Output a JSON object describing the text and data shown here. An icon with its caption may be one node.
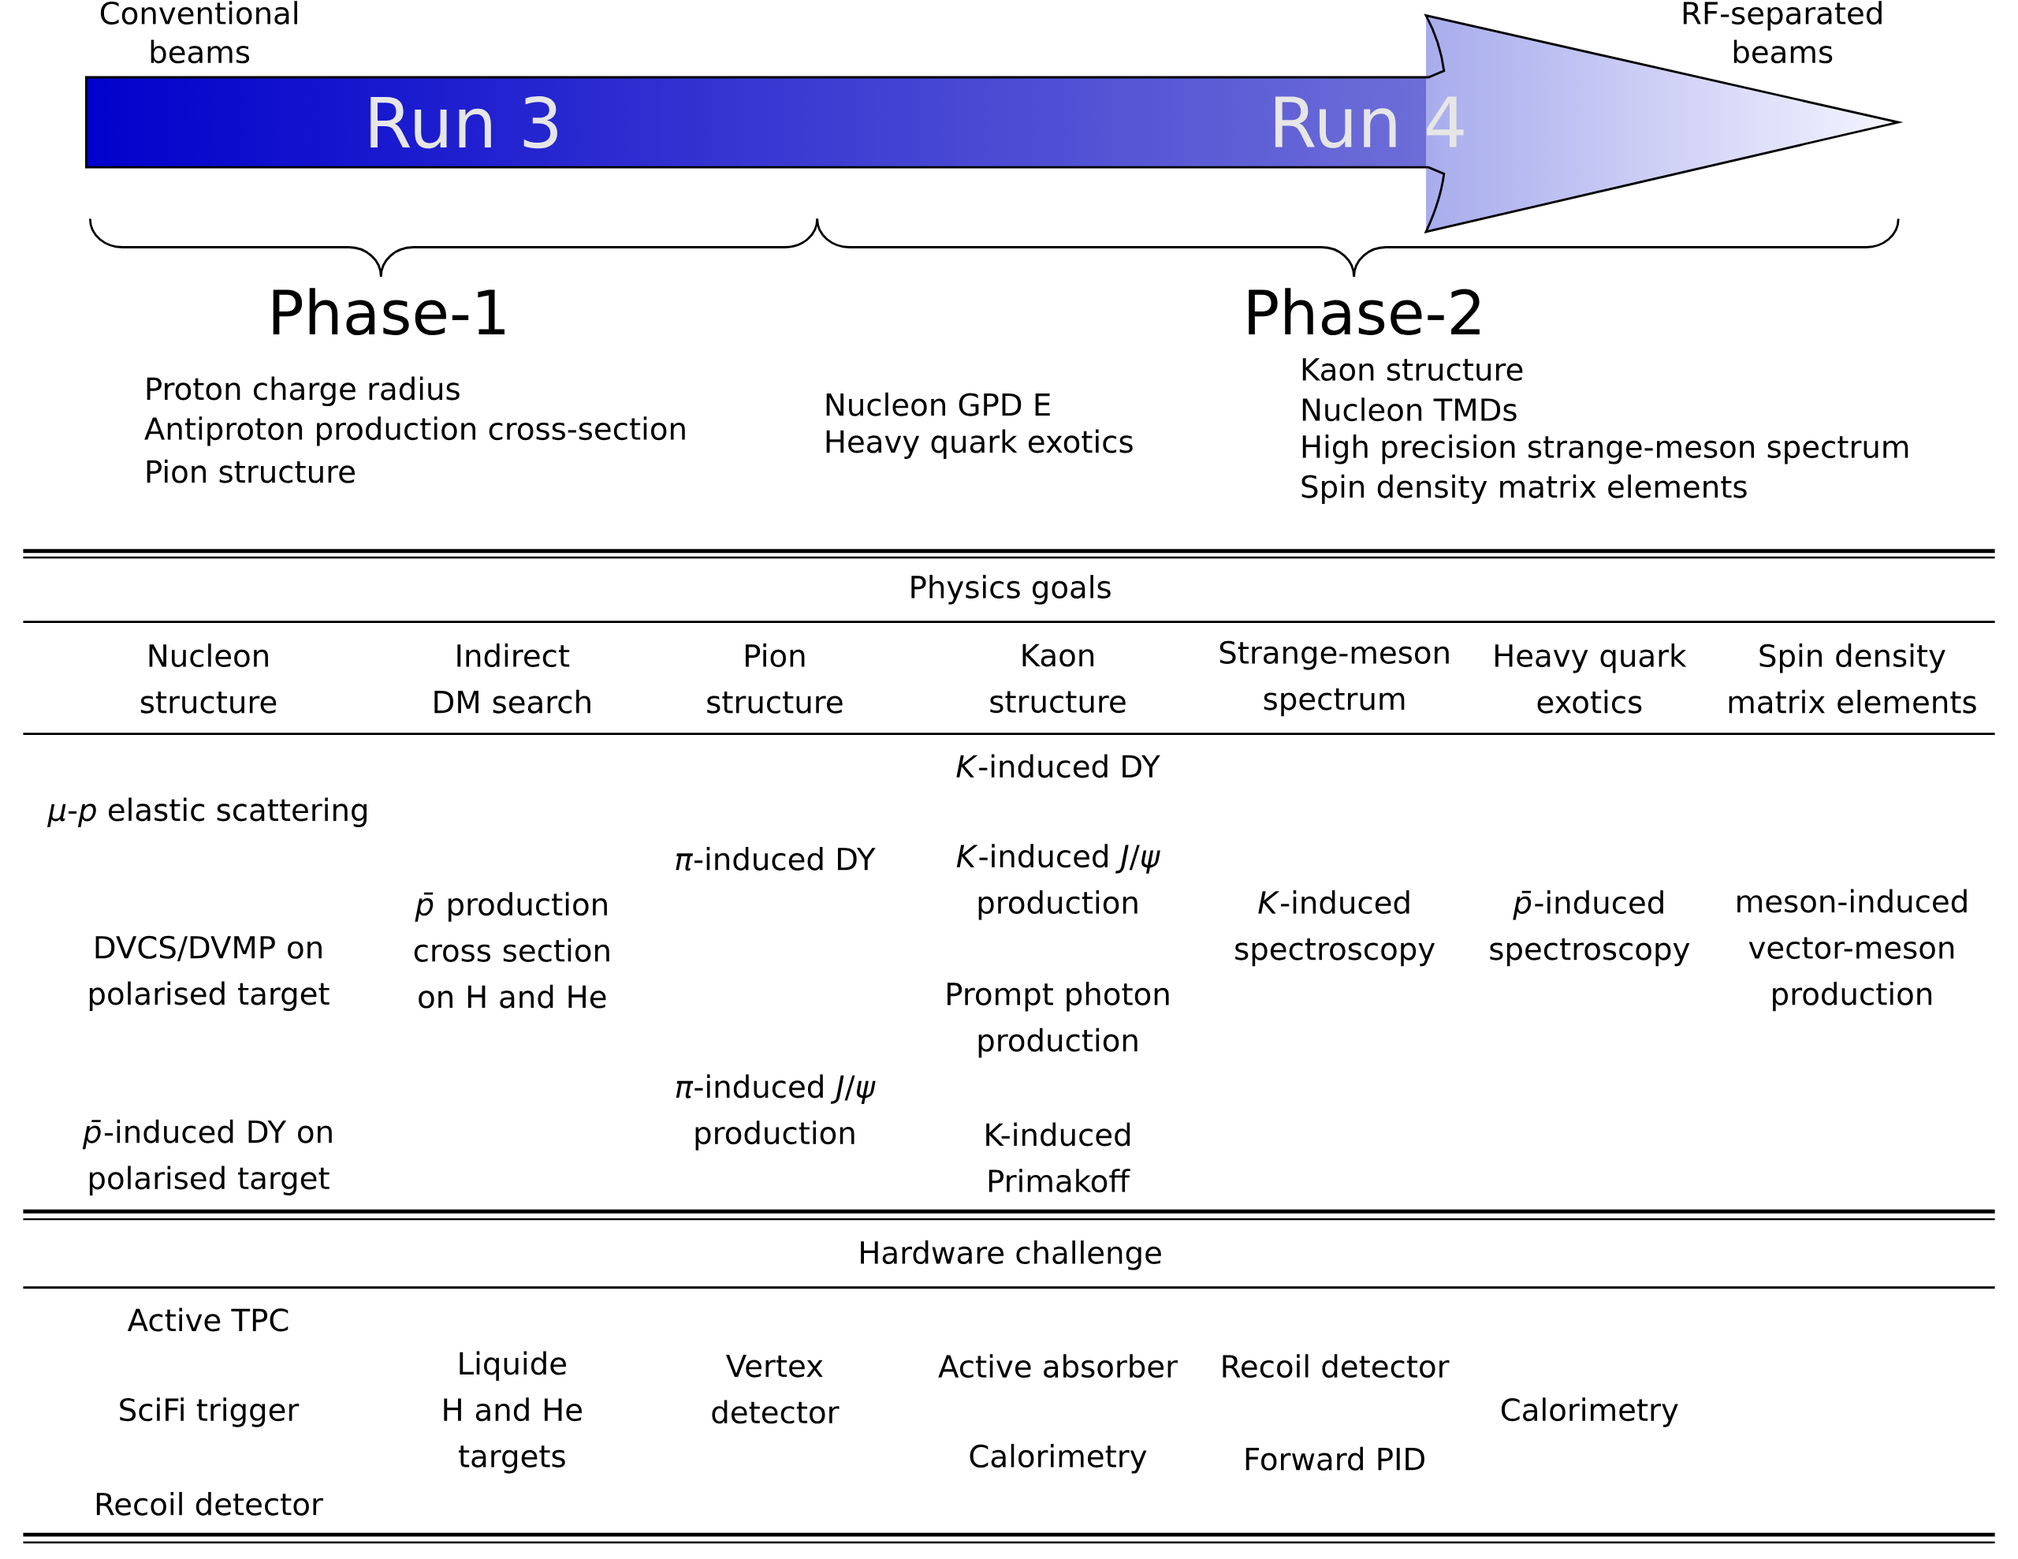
{
  "diagram": {
    "labels": [
      "Conventional beams",
      "RF-separated beams",
      "Run 3",
      "Run 4",
      "Phase-1",
      "Phase-2",
      "Proton charge radius",
      "Antiproton production cross-section",
      "Pion structure",
      "Nucleon GPD E",
      "Heavy quark exotics",
      "Kaon structure",
      "Nucleon TMDs",
      "High precision strange-meson spectrum",
      "Spin density matrix elements",
      "Physics goals",
      "Nucleon structure",
      "Indirect DM search",
      "Pion structure",
      "Kaon structure",
      "Strange-meson spectrum",
      "Heavy quark exotics",
      "Spin density matrix elements",
      "*K*-induced DY",
      "*μ*-*p* elastic scattering",
      "*π*-induced DY",
      "*K*-induced *J*/*ψ* production",
      "*p̄* production cross section on H and He",
      "*K*-induced spectroscopy",
      "*p̄*-induced spectroscopy",
      "meson-induced vector-meson production",
      "DVCS/DVMP on polarised target",
      "Prompt photon production",
      "*π*-induced *J*/*ψ* production",
      "*p̄*-induced DY on polarised target",
      "K-induced Primakoff",
      "Hardware challenge",
      "Active TPC",
      "Liquide H and He targets",
      "Vertex detector",
      "Active absorber",
      "Recoil detector",
      "SciFi trigger",
      "Calorimetry",
      "Calorimetry",
      "Forward PID",
      "Recoil detector"
    ]
  }
}
